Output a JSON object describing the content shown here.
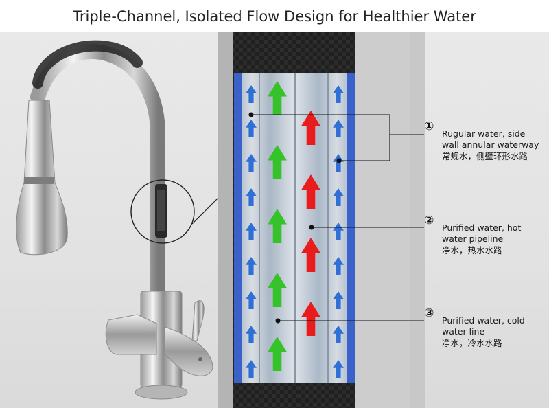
{
  "title": "Triple-Channel, Isolated Flow Design for Healthier Water",
  "colors": {
    "regular_water": "#2f6fd6",
    "hot_water": "#e81c1c",
    "cold_water": "#35c22a",
    "channel_border": "#3a62c8"
  },
  "channels": [
    {
      "marker": "①",
      "label_en": "Rugular water, side wall annular waterway",
      "label_en_line1": "Rugular water, side",
      "label_en_line2": "wall annular waterway",
      "label_cn": "常规水，侧壁环形水路",
      "arrow_color": "blue"
    },
    {
      "marker": "②",
      "label_en": "Purified water, hot water pipeline",
      "label_en_line1": "Purified water, hot",
      "label_en_line2": "water pipeline",
      "label_cn": "净水，热水水路",
      "arrow_color": "red"
    },
    {
      "marker": "③",
      "label_en": "Purified water, cold water line",
      "label_en_line1": "Purified water, cold",
      "label_en_line2": "water line",
      "label_cn": "净水，冷水水路",
      "arrow_color": "green"
    }
  ]
}
